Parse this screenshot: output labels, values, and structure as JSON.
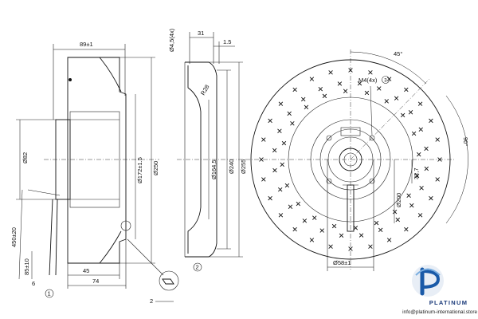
{
  "dims": {
    "d89": "89±1",
    "d82": "Ø82",
    "d172": "Ø172±1.5",
    "d250": "Ø250",
    "d450": "450±20",
    "d85": "85±10",
    "d6": "6",
    "d45": "45",
    "d74": "74",
    "d2": "2",
    "d45hole": "Ø4,5(4x)",
    "d31": "31",
    "d15": "1.5",
    "r28": "R28",
    "d1645": "Ø164,5",
    "d240": "Ø240",
    "d255": "Ø255",
    "angle45": "45°",
    "m4": "M4(4x)",
    "m4note": "3",
    "d327": "32,7",
    "d58": "Ø58±1",
    "d200": "Ø200",
    "angle90": "90°"
  },
  "callouts": {
    "one": "1",
    "two": "2"
  },
  "brand": {
    "name": "PLATINUM",
    "email": "info@platinum-international.store",
    "color": "#1a5aa8"
  }
}
